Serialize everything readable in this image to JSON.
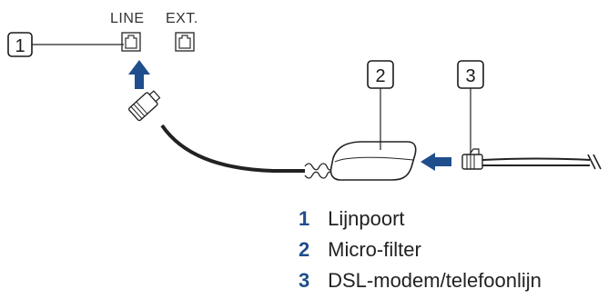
{
  "ports": {
    "line": "LINE",
    "ext": "EXT."
  },
  "callouts": [
    "1",
    "2",
    "3"
  ],
  "legend": [
    {
      "num": "1",
      "text": "Lijnpoort"
    },
    {
      "num": "2",
      "text": "Micro-filter"
    },
    {
      "num": "3",
      "text": "DSL-modem/telefoonlijn"
    }
  ],
  "colors": {
    "arrow": "#1f4e8c",
    "accent": "#1f4e8c",
    "line": "#222222"
  }
}
